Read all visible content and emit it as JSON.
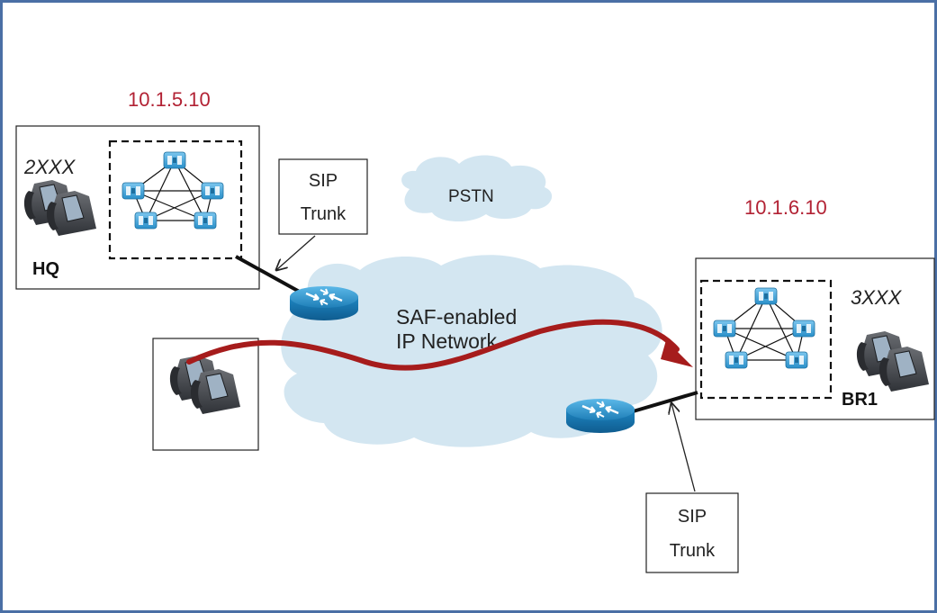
{
  "hq": {
    "ip": "10.1.5.10",
    "dial_range": "2XXX",
    "label": "HQ"
  },
  "br1": {
    "ip": "10.1.6.10",
    "dial_range": "3XXX",
    "label": "BR1"
  },
  "pstn": {
    "label": "PSTN"
  },
  "network": {
    "line1": "SAF-enabled",
    "line2": "IP Network"
  },
  "sip_trunk_top": {
    "line1": "SIP",
    "line2": "Trunk"
  },
  "sip_trunk_bottom": {
    "line1": "SIP",
    "line2": "Trunk"
  },
  "colors": {
    "ip_text": "#b22234",
    "frame": "#4a6fa5",
    "cloud": "#d3e6f1",
    "call_path": "#a61c1c",
    "router": "#2a8fc9",
    "server": "#3aa5da"
  },
  "icons": {
    "phone": "ip-phone-icon",
    "router": "router-icon",
    "server": "call-manager-server-icon"
  }
}
